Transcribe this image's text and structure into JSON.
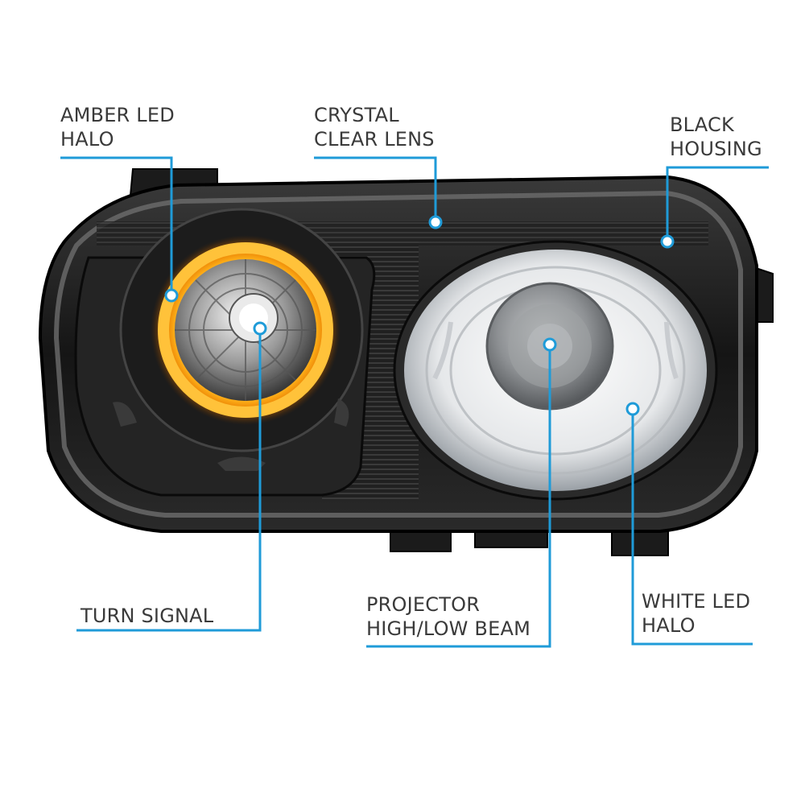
{
  "callouts": {
    "amber_led_halo": {
      "line1": "AMBER LED",
      "line2": "HALO"
    },
    "crystal_clear_lens": {
      "line1": "CRYSTAL",
      "line2": "CLEAR LENS"
    },
    "black_housing": {
      "line1": "BLACK",
      "line2": "HOUSING"
    },
    "turn_signal": {
      "line1": "TURN SIGNAL"
    },
    "projector_beam": {
      "line1": "PROJECTOR",
      "line2": "HIGH/LOW BEAM"
    },
    "white_led_halo": {
      "line1": "WHITE LED",
      "line2": "HALO"
    }
  },
  "colors": {
    "callout_line": "#1f9bd8",
    "label_text": "#3a3a3a",
    "amber_halo": "#ffb21a",
    "housing": "#1a1a1a"
  }
}
